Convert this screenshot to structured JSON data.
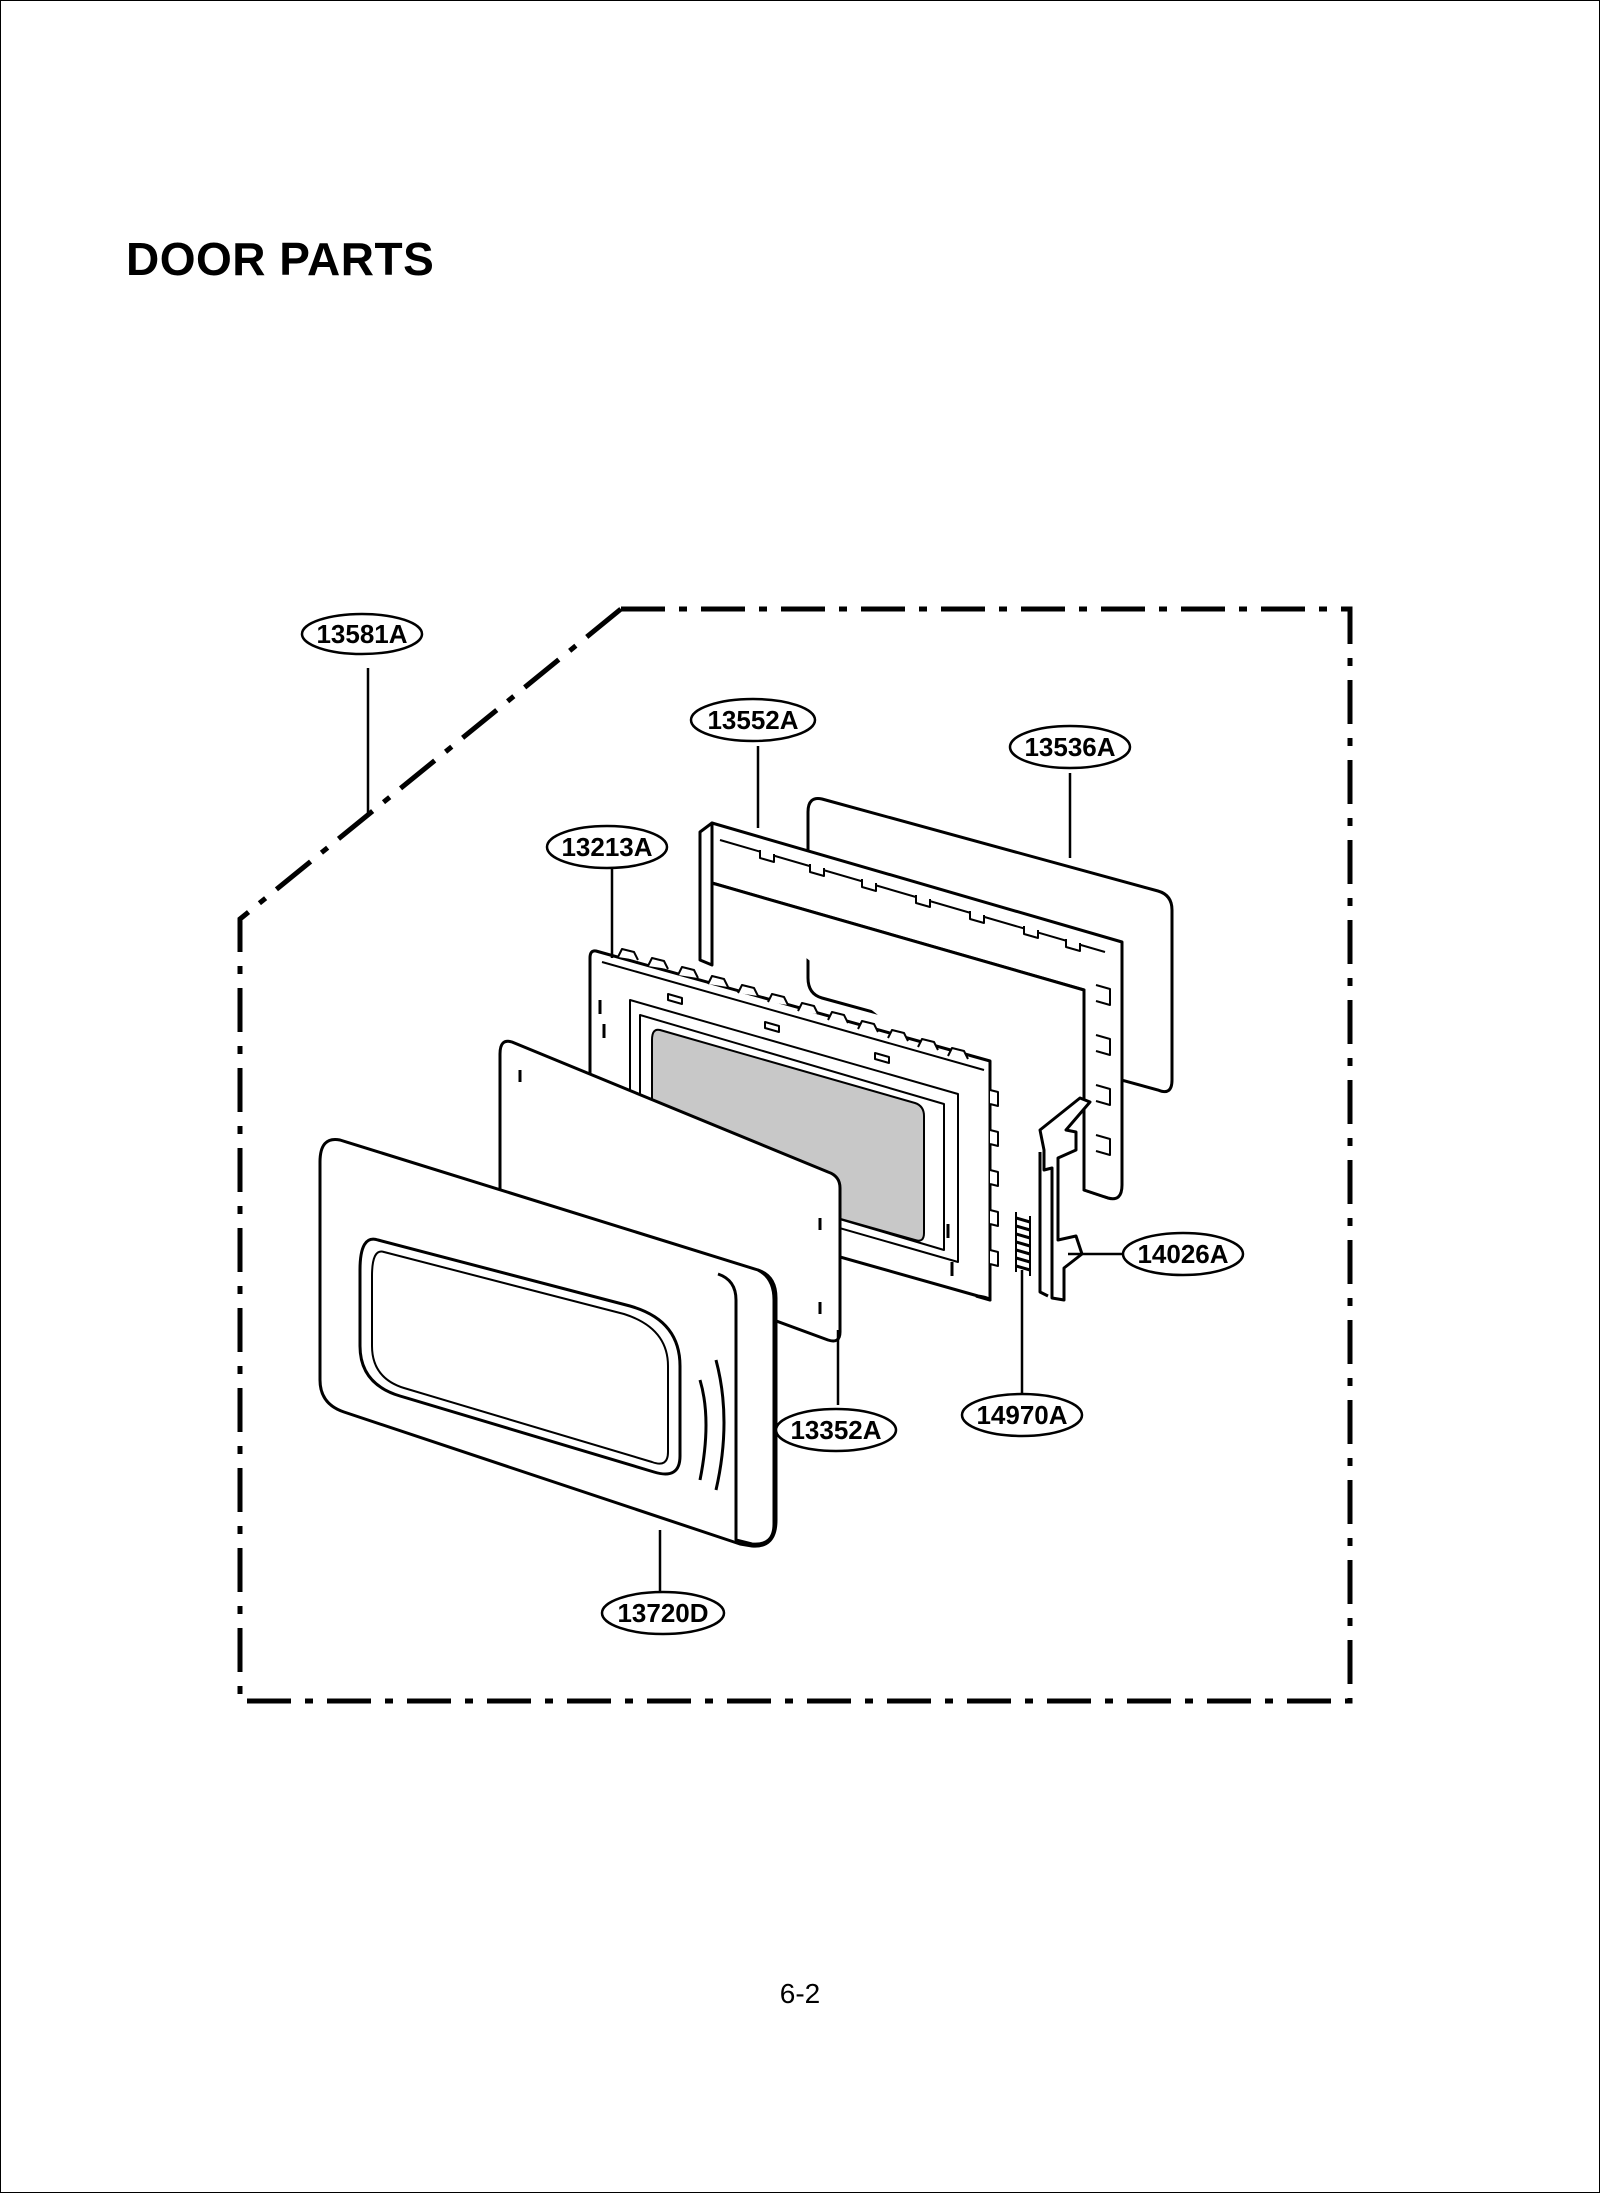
{
  "page": {
    "title": "DOOR PARTS",
    "page_number": "6-2"
  },
  "diagram": {
    "callouts": {
      "assembly": "13581A",
      "choke_cover": "13552A",
      "choke_film": "13536A",
      "door_frame": "13213A",
      "door_screen": "13352A",
      "door_front": "13720D",
      "latch": "14026A",
      "spring": "14970A"
    }
  }
}
